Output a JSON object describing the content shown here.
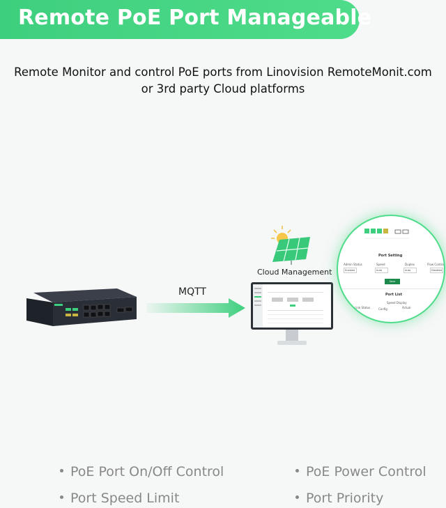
{
  "banner": {
    "title": "Remote PoE Port Manageable"
  },
  "subtitle": {
    "line1": "Remote Monitor and control PoE ports from Linovision RemoteMonit.com",
    "line2": "or 3rd party Cloud platforms"
  },
  "diagram": {
    "protocol": "MQTT",
    "cloud_label": "Cloud Management"
  },
  "zoom_panel": {
    "section_title": "Port Setting",
    "columns": [
      "Admin Status",
      "Speed",
      "Duplex",
      "Flow Control"
    ],
    "values": [
      "Enabled",
      "Auto",
      "Auto",
      "Disabled"
    ],
    "save_label": "Save",
    "port_list_title": "Port List",
    "speed_display": "Speed Display",
    "list_headers": [
      "Link Status",
      "Config",
      "Actual"
    ]
  },
  "features": [
    "PoE Port On/Off Control",
    "PoE Power Control",
    "Port Speed Limit",
    "Port Priority"
  ],
  "colors": {
    "accent": "#3ecf7e",
    "text": "#111111",
    "muted": "#888888"
  }
}
